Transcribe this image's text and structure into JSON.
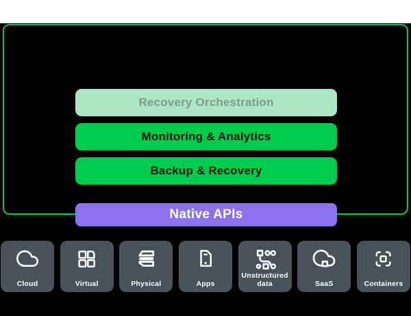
{
  "platform": {
    "layers": [
      {
        "label": "Recovery Orchestration",
        "variant": "mint"
      },
      {
        "label": "Monitoring & Analytics",
        "variant": "green"
      },
      {
        "label": "Backup & Recovery",
        "variant": "green"
      }
    ],
    "native_apis": {
      "label": "Native APIs",
      "variant": "purple"
    }
  },
  "workloads": [
    {
      "label": "Cloud",
      "icon": "cloud-icon"
    },
    {
      "label": "Virtual",
      "icon": "virtual-icon"
    },
    {
      "label": "Physical",
      "icon": "physical-icon"
    },
    {
      "label": "Apps",
      "icon": "apps-icon"
    },
    {
      "label": "Unstructured data",
      "icon": "unstructured-data-icon"
    },
    {
      "label": "SaaS",
      "icon": "saas-icon"
    },
    {
      "label": "Containers",
      "icon": "containers-icon"
    }
  ],
  "colors": {
    "top_band_white": "#ffffff",
    "background_black": "#000000",
    "frame_green": "#00c850",
    "layer_green": "#00cb4d",
    "layer_mint": "#abe6c5",
    "mint_text": "#87988d",
    "native_apis_purple": "#8b72ed",
    "tile_gray": "#4a5158",
    "icon_white": "#ffffff"
  }
}
